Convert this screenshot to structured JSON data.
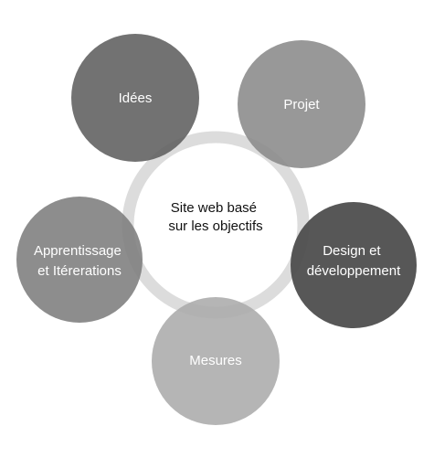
{
  "center": {
    "lines": [
      "Site web basé",
      "sur les objectifs"
    ],
    "ring_color": "#dcdcdc"
  },
  "nodes": [
    {
      "id": "idees",
      "lines": [
        "Idées"
      ],
      "color": "#5e5e5e"
    },
    {
      "id": "projet",
      "lines": [
        "Projet"
      ],
      "color": "#8a8a8a"
    },
    {
      "id": "design",
      "lines": [
        "Design et",
        "développement"
      ],
      "color": "#4a4a4a"
    },
    {
      "id": "mesures",
      "lines": [
        "Mesures"
      ],
      "color": "#ababab"
    },
    {
      "id": "apprentissage",
      "lines": [
        "Apprentissage",
        "et Itérerations"
      ],
      "color": "#7d7d7d"
    }
  ]
}
